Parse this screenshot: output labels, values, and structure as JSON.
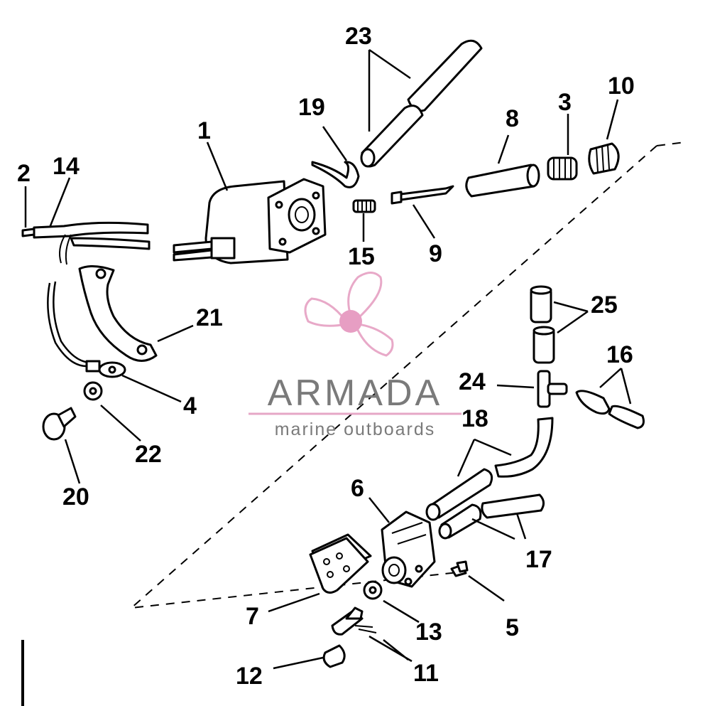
{
  "labels": {
    "p1": "1",
    "p2": "2",
    "p3": "3",
    "p4": "4",
    "p5": "5",
    "p6": "6",
    "p7": "7",
    "p8": "8",
    "p9": "9",
    "p10": "10",
    "p11": "11",
    "p12": "12",
    "p13": "13",
    "p14": "14",
    "p15": "15",
    "p16": "16",
    "p17": "17",
    "p18": "18",
    "p19": "19",
    "p20": "20",
    "p21": "21",
    "p22": "22",
    "p23": "23",
    "p24": "24",
    "p25": "25"
  },
  "watermark": {
    "title": "ARMADA",
    "subtitle": "marine outboards",
    "colors": {
      "propeller": "#e8a9c8",
      "hub": "#e79ec3",
      "text": "#7a7a7a",
      "rule": "#e6a7c6"
    }
  }
}
